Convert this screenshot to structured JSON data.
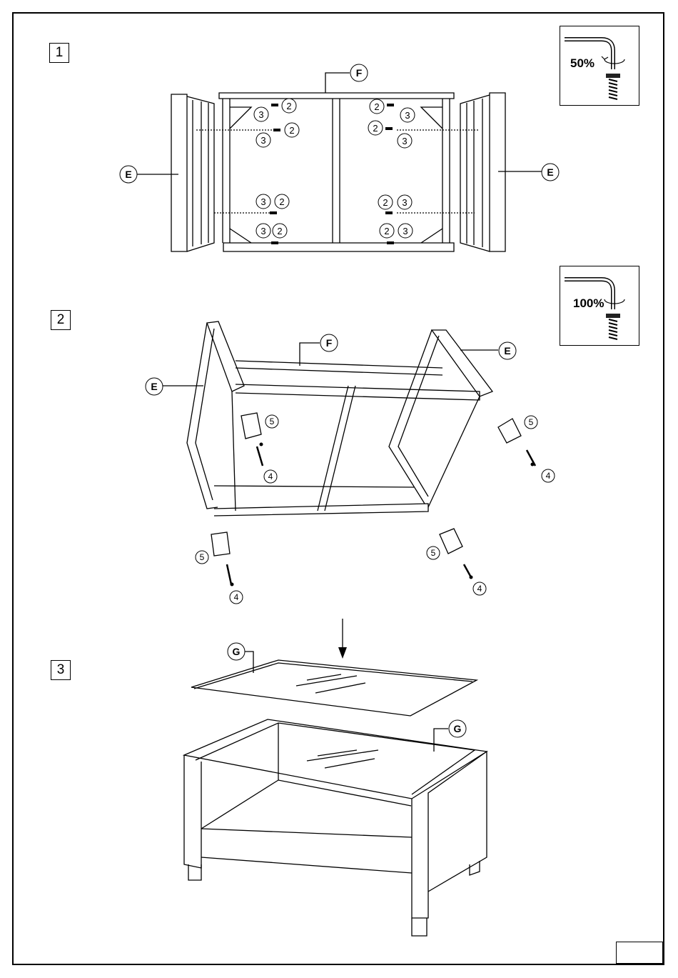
{
  "steps": {
    "step1": "1",
    "step2": "2",
    "step3": "3"
  },
  "tools": {
    "tool1_torque": "50%",
    "tool2_torque": "100%"
  },
  "labels": {
    "E": "E",
    "F": "F",
    "G": "G",
    "n2": "2",
    "n3": "3",
    "n4": "4",
    "n5": "5"
  },
  "icons": [
    "allen-key-icon",
    "bolt-icon",
    "rotate-arrow-icon",
    "down-arrow-icon"
  ]
}
